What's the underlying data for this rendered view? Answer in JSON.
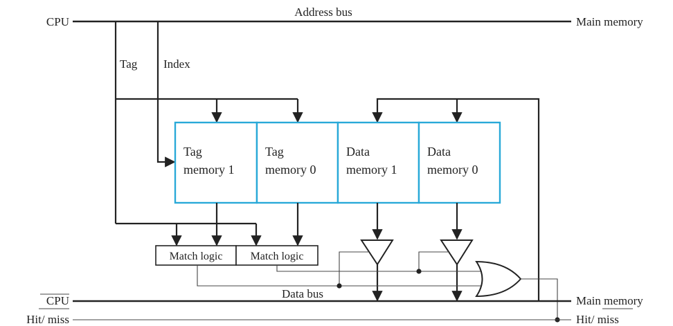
{
  "labels": {
    "cpu_top": "CPU",
    "address_bus": "Address bus",
    "main_memory_top": "Main memory",
    "tag": "Tag",
    "index": "Index",
    "cpu_bottom": "CPU",
    "hit_miss_left": "Hit/ miss",
    "data_bus": "Data bus",
    "main_memory_bottom": "Main memory",
    "hit_miss_right": "Hit/ miss"
  },
  "memories": [
    {
      "line1": "Tag",
      "line2": "memory 1"
    },
    {
      "line1": "Tag",
      "line2": "memory 0"
    },
    {
      "line1": "Data",
      "line2": "memory 1"
    },
    {
      "line1": "Data",
      "line2": "memory 0"
    }
  ],
  "match_logic": [
    "Match logic",
    "Match logic"
  ],
  "colors": {
    "memory_border": "#29a9d8",
    "line": "#222222"
  }
}
